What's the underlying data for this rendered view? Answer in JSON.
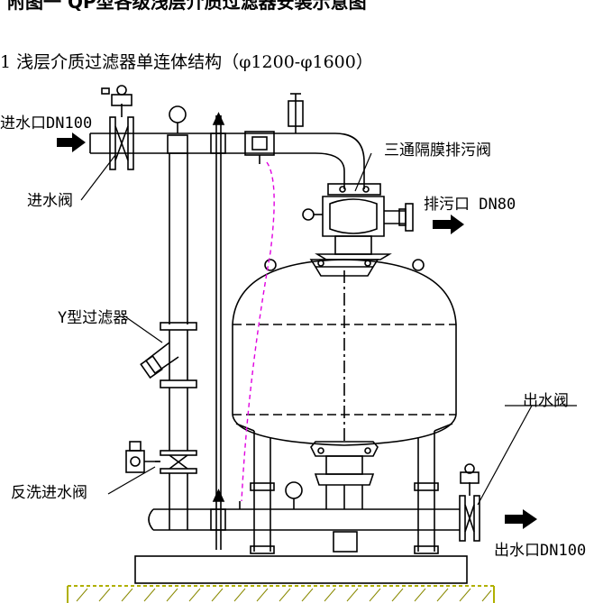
{
  "page": {
    "heading": "附图一 QP型各级浅层介质过滤器安装示意图",
    "caption": "1  浅层介质过滤器单连体结构（φ1200-φ1600）"
  },
  "labels": {
    "inlet": "进水口DN100",
    "inlet_valve": "进水阀",
    "three_way_valve": "三通隔膜排污阀",
    "drain": "排污口 DN80",
    "y_filter": "Y型过滤器",
    "backwash_valve": "反洗进水阀",
    "outlet_valve": "出水阀",
    "outlet": "出水口DN100"
  },
  "colors": {
    "line": "#000000",
    "dashed_pipe": "#e000e0",
    "ground_hatch": "#b0b000"
  }
}
